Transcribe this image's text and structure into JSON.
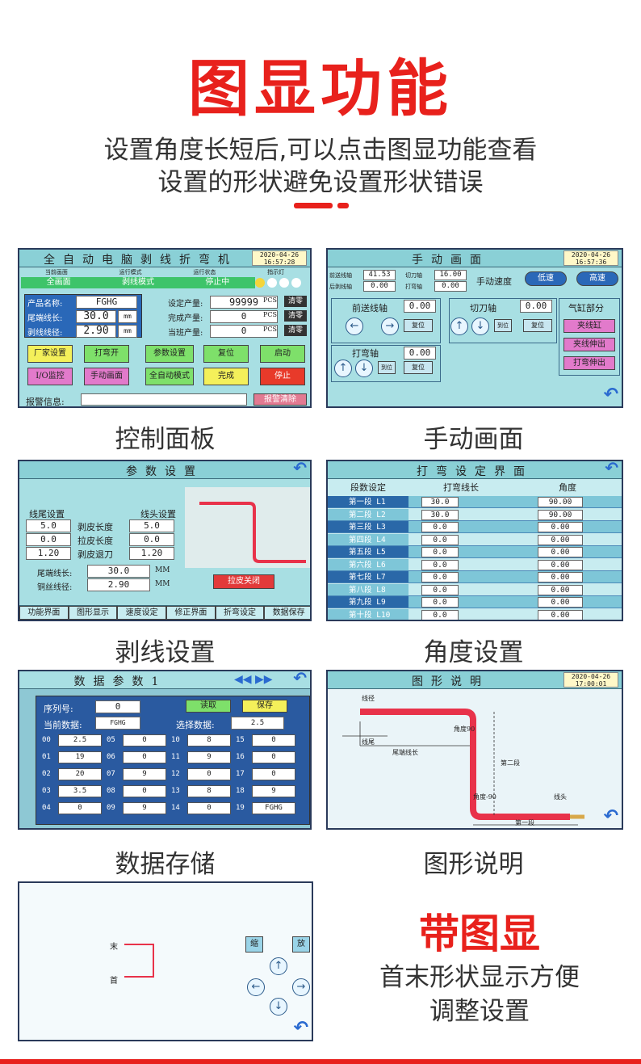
{
  "header": {
    "title": "图显功能",
    "subtitle_line1": "设置角度长短后,可以点击图显功能查看",
    "subtitle_line2": "设置的形状避免设置形状错误"
  },
  "captions": {
    "control": "控制面板",
    "manual": "手动画面",
    "strip": "剥线设置",
    "angle": "角度设置",
    "data": "数据存储",
    "shape": "图形说明"
  },
  "feature": {
    "title": "带图显",
    "desc1": "首末形状显示方便",
    "desc2": "调整设置"
  },
  "datetime": {
    "date": "2020-04-26",
    "t1": "16:57:28",
    "t2": "16:57:36",
    "t3": "17:00:01"
  },
  "control": {
    "title": "全自动电脑剥线折弯机",
    "sub1": "当前画面",
    "sub2": "运行模式",
    "sub3": "运行状态",
    "sub4": "指示灯",
    "row1": "全画面",
    "row2": "剥线模式",
    "row3": "停止中",
    "product_lbl": "产品名称:",
    "product": "FGHG",
    "tail_lbl": "尾端线长:",
    "tail": "30.0",
    "tail_unit": "mm",
    "dia_lbl": "剥线线径:",
    "dia": "2.90",
    "dia_unit": "mm",
    "set_lbl": "设定产量:",
    "set": "99999",
    "pcs": "PCS",
    "done_lbl": "完成产量:",
    "done": "0",
    "shift_lbl": "当班产量:",
    "shift": "0",
    "clear": "清零",
    "buttons": [
      "厂家设置",
      "打弯开",
      "参数设置",
      "复位",
      "启动",
      "I/O监控",
      "手动画面",
      "全自动模式",
      "完成",
      "停止"
    ],
    "alarm_lbl": "报警信息:",
    "alarm_clear": "报警清除"
  },
  "manual": {
    "title": "手动画面",
    "feed_lbl": "前送线轴",
    "feed_val": "41.53",
    "cut_lbl": "切刀轴",
    "cut_val": "16.00",
    "strip_lbl": "后剥线轴",
    "strip_val": "0.00",
    "bend_lbl": "打弯轴",
    "bend_val": "0.00",
    "speed": "手动速度",
    "low": "低速",
    "high": "高速",
    "f_axis": "前送线轴",
    "f_v": "0.00",
    "c_axis": "切刀轴",
    "c_v": "0.00",
    "b_axis": "打弯轴",
    "b_v": "0.00",
    "zero": "到位",
    "home": "复位",
    "cyl": "气缸部分",
    "c1": "夹线缸",
    "c2": "夹线伸出",
    "c3": "打弯伸出"
  },
  "strip": {
    "title": "参数设置",
    "tail_set": "线尾设置",
    "head_set": "线头设置",
    "t_vals": [
      "5.0",
      "0.0",
      "1.20"
    ],
    "h_vals": [
      "5.0",
      "0.0",
      "1.20"
    ],
    "labels": [
      "剥皮长度",
      "拉皮长度",
      "剥皮退刀"
    ],
    "tail_len_lbl": "尾端线长:",
    "tail_len": "30.0",
    "dia_lbl": "铜丝线径:",
    "dia": "2.90",
    "mm": "MM",
    "close": "拉皮关闭",
    "tabs": [
      "功能界面",
      "图形显示",
      "速度设定",
      "修正界面",
      "折弯设定",
      "数据保存"
    ]
  },
  "angle": {
    "title": "打弯设定界面",
    "h1": "段数设定",
    "h2": "打弯线长",
    "h3": "角度",
    "rows": [
      [
        "第一段 L1",
        "30.0",
        "90.00"
      ],
      [
        "第二段 L2",
        "30.0",
        "90.00"
      ],
      [
        "第三段 L3",
        "0.0",
        "0.00"
      ],
      [
        "第四段 L4",
        "0.0",
        "0.00"
      ],
      [
        "第五段 L5",
        "0.0",
        "0.00"
      ],
      [
        "第六段 L6",
        "0.0",
        "0.00"
      ],
      [
        "第七段 L7",
        "0.0",
        "0.00"
      ],
      [
        "第八段 L8",
        "0.0",
        "0.00"
      ],
      [
        "第九段 L9",
        "0.0",
        "0.00"
      ],
      [
        "第十段 L10",
        "0.0",
        "0.00"
      ]
    ]
  },
  "data": {
    "title": "数据参数1",
    "seq_lbl": "序列号:",
    "seq": "0",
    "read": "读取",
    "save": "保存",
    "cur_lbl": "当前数据:",
    "cur": "FGHG",
    "sel_lbl": "选择数据:",
    "sel": "2.5",
    "cols": [
      [
        [
          "00",
          "2.5"
        ],
        [
          "01",
          "19"
        ],
        [
          "02",
          "20"
        ],
        [
          "03",
          "3.5"
        ],
        [
          "04",
          "0"
        ]
      ],
      [
        [
          "05",
          "0"
        ],
        [
          "06",
          "0"
        ],
        [
          "07",
          "9"
        ],
        [
          "08",
          "0"
        ],
        [
          "09",
          "9"
        ]
      ],
      [
        [
          "10",
          "8"
        ],
        [
          "11",
          "9"
        ],
        [
          "12",
          "0"
        ],
        [
          "13",
          "8"
        ],
        [
          "14",
          "0"
        ]
      ],
      [
        [
          "15",
          "0"
        ],
        [
          "16",
          "0"
        ],
        [
          "17",
          "0"
        ],
        [
          "18",
          "9"
        ],
        [
          "19",
          "FGHG"
        ]
      ]
    ]
  },
  "shape": {
    "title": "图形说明",
    "l1": "线径",
    "l2": "线尾",
    "l3": "尾端线长",
    "l4": "角度90",
    "l5": "第二段",
    "l6": "角度-90",
    "l7": "线头",
    "l8": "第一段"
  },
  "preview": {
    "end": "末",
    "start": "首",
    "zoom_in": "缩",
    "zoom_out": "放"
  }
}
